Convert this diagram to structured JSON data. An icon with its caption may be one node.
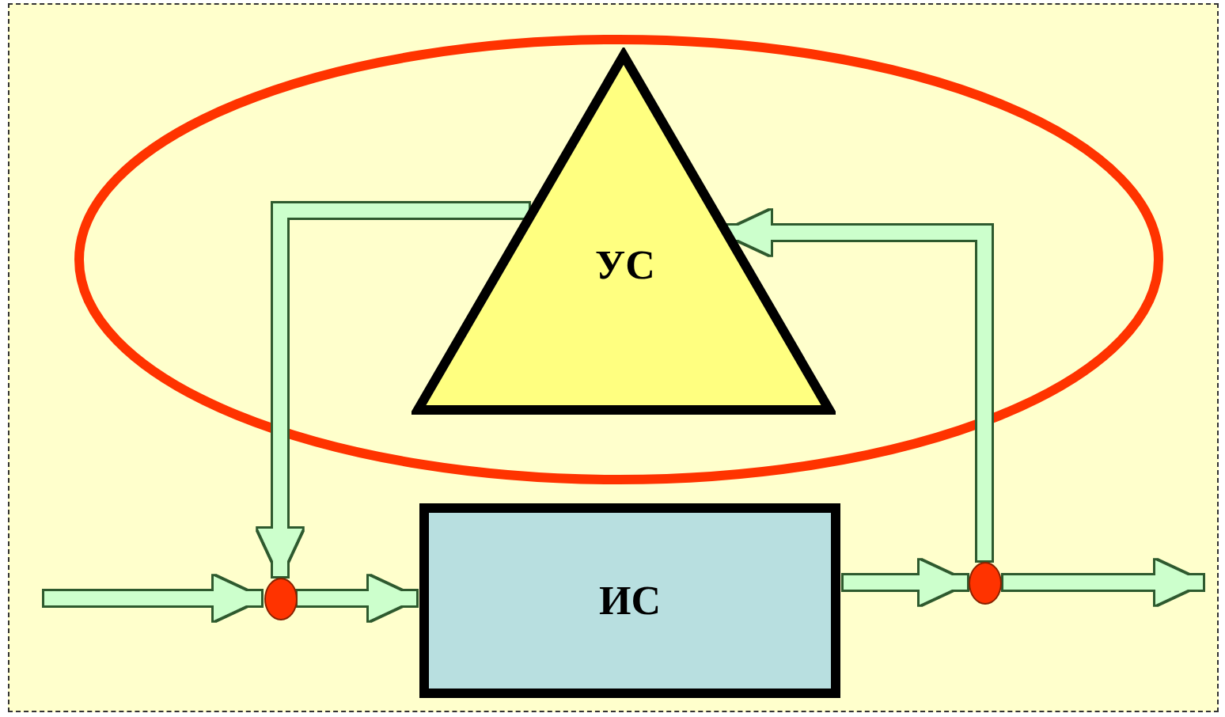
{
  "diagram": {
    "nodes": [
      {
        "text": [
          "УС"
        ]
      },
      {
        "text": [
          "ИС"
        ]
      },
      {
        "text": [],
        "shape": "circle"
      },
      {
        "text": [],
        "shape": "circle"
      }
    ],
    "edges": [
      {
        "from": null,
        "to": 2,
        "arrow": "to"
      },
      {
        "from": 2,
        "to": 1,
        "arrow": "to"
      },
      {
        "from": 1,
        "to": 3,
        "arrow": "to"
      },
      {
        "from": 3,
        "to": null,
        "arrow": "to"
      },
      {
        "from": 3,
        "to": 0,
        "arrow": "to"
      },
      {
        "from": 0,
        "to": 2,
        "arrow": "to"
      }
    ]
  }
}
